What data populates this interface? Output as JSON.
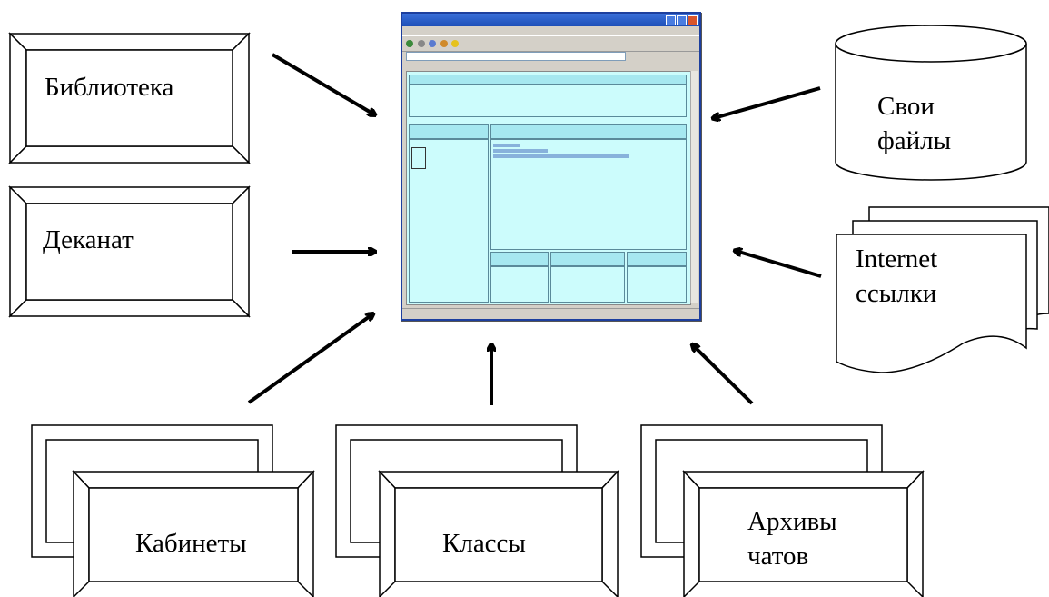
{
  "boxes": {
    "biblioteka": "Библиотека",
    "dekanat": "Деканат",
    "kabinety": "Кабинеты",
    "klassy": "Классы",
    "arkhivy_line1": "Архивы",
    "arkhivy_line2": "чатов"
  },
  "files": {
    "line1": "Свои",
    "line2": "файлы"
  },
  "internet": {
    "line1": "Internet",
    "line2": "ссылки"
  },
  "browser": {
    "title": "",
    "menu": "",
    "address": "",
    "page_header": "",
    "left_header": "",
    "center_header": "",
    "col1": "",
    "col2": "",
    "col3": ""
  },
  "colors": {
    "page_bg": "#ccfcfc",
    "title_bar": "#1d4fb8",
    "header_cell": "#a6e8f0"
  }
}
